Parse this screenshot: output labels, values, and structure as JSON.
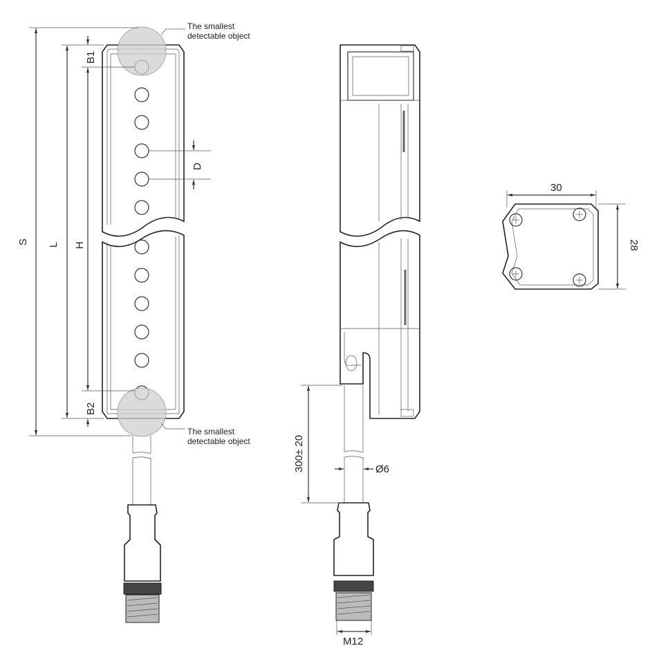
{
  "callouts": {
    "top_line1": "The smallest",
    "top_line2": "detectable object",
    "bottom_line1": "The smallest",
    "bottom_line2": "detectable object"
  },
  "dimensions": {
    "s": "S",
    "l": "L",
    "h": "H",
    "b1": "B1",
    "b2": "B2",
    "d": "D",
    "cable_length": "300± 20",
    "cable_diameter": "Ø6",
    "thread": "M12",
    "width": "30",
    "depth": "28"
  },
  "colors": {
    "object_fill": "#cfcfcf",
    "line": "#222222"
  }
}
